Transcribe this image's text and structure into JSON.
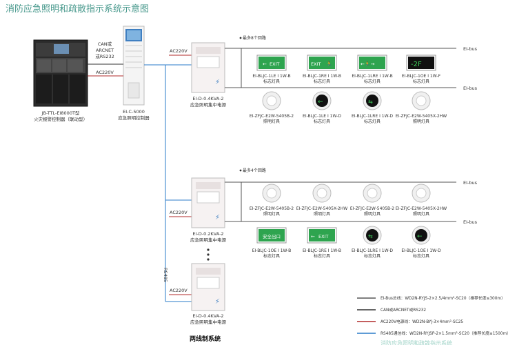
{
  "title": "消防应急照明和疏散指示系统示意图",
  "system_label": "两线制系统",
  "controller": {
    "model": "JB-TTL-EI8000T型",
    "name": "火灾报警控制器（联动型）"
  },
  "lighting_controller": {
    "model": "EI-C-5000",
    "name": "应急照明控制器"
  },
  "links": {
    "can": "CAN或",
    "arcnet": "ARCNET",
    "rs232": "或RS232",
    "ac220_ctrl": "AC220V",
    "ac220_a": "AC220V",
    "ac220_b": "AC220V",
    "ac220_c": "AC220V",
    "rs485": "RS485"
  },
  "power_supplies": [
    {
      "model": "EI-D-0.4KVA-2",
      "name": "应急照明集中电源"
    },
    {
      "model": "EI-D-0.2KVA-2",
      "name": "应急照明集中电源"
    },
    {
      "model": "EI-D-0.4KVA-2",
      "name": "应急照明集中电源"
    }
  ],
  "circuit_notes": [
    "最多8个回路",
    "最多4个回路"
  ],
  "bus_label": "EI-bus",
  "exit_sign_text": "EXIT",
  "safe_exit_text": "安全出口",
  "floor_sign_text": "-2F",
  "group1_top": [
    {
      "model": "EI-BLJC-1LE I 1W-B",
      "name": "标志灯具"
    },
    {
      "model": "EI-BLJC-1RE I 1W-B",
      "name": "标志灯具"
    },
    {
      "model": "EI-BLJC-1LRE I 1W-B",
      "name": "标志灯具"
    },
    {
      "model": "EI-BLJC-1OE I 1W-F",
      "name": "标志灯具"
    }
  ],
  "group1_bottom": [
    {
      "model": "EI-ZFJC-E2W-5405B-2",
      "name": "照明灯具"
    },
    {
      "model": "EI-BLJC-1LE I 1W-D",
      "name": "标志灯具"
    },
    {
      "model": "EI-BLJC-1LRE I 1W-D",
      "name": "标志灯具"
    },
    {
      "model": "EI-ZFJC-E2W-5405X-2HW",
      "name": "照明灯具"
    }
  ],
  "group2_top": [
    {
      "model": "EI-ZFJC-E2W-5405B-2",
      "name": "照明灯具"
    },
    {
      "model": "EI-ZFJC-E2W-5405X-2HW",
      "name": "照明灯具"
    },
    {
      "model": "EI-ZFJC-E2W-5405B-2",
      "name": "照明灯具"
    },
    {
      "model": "EI-ZFJC-E2W-5405X-2HW",
      "name": "照明灯具"
    }
  ],
  "group2_bottom": [
    {
      "model": "EI-BLJC-1OE I 1W-B",
      "name": "标志灯具"
    },
    {
      "model": "EI-BLJC-1RE I 1W-B",
      "name": "标志灯具"
    },
    {
      "model": "EI-BLJC-1LRE I 1W-D",
      "name": "标志灯具"
    },
    {
      "model": "EI-BLJC-1OE I 1W-D",
      "name": "标志灯具"
    }
  ],
  "legend": [
    {
      "text": "EI-Bus总线：WD2N-RYJS-2×2.5/4mm²-SC20（推荐长度≤300m）",
      "color": "#555555"
    },
    {
      "text": "CAN或ARCNET或RS232",
      "color": "#333333"
    },
    {
      "text": "AC220V电源线：WD2N-BYJ-3×4mm²-SC25",
      "color": "#b02a2a"
    },
    {
      "text": "RS485通信线：WD2N-RYJSP-2×1.5mm²-SC20（推荐长度≤1500m）",
      "color": "#2a7bc8"
    }
  ],
  "footer_text": "消防应急照明和疏散指示系统"
}
